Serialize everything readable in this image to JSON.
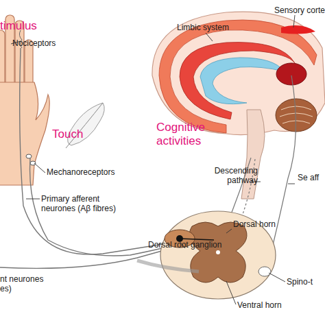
{
  "diagram": {
    "labels": [
      "timulus",
      "Nociceptors",
      "Touch",
      "Mechanoreceptors",
      "Primary afferent neurones (Aβ fibres)",
      "nt neurones es)",
      "Limbic system",
      "Sensory corte",
      "Cognitive activities",
      "Descending pathway",
      "Se aff",
      "Dorsal horn",
      "Dorsal root ganglion",
      "Spino-t",
      "Ventral horn"
    ]
  }
}
